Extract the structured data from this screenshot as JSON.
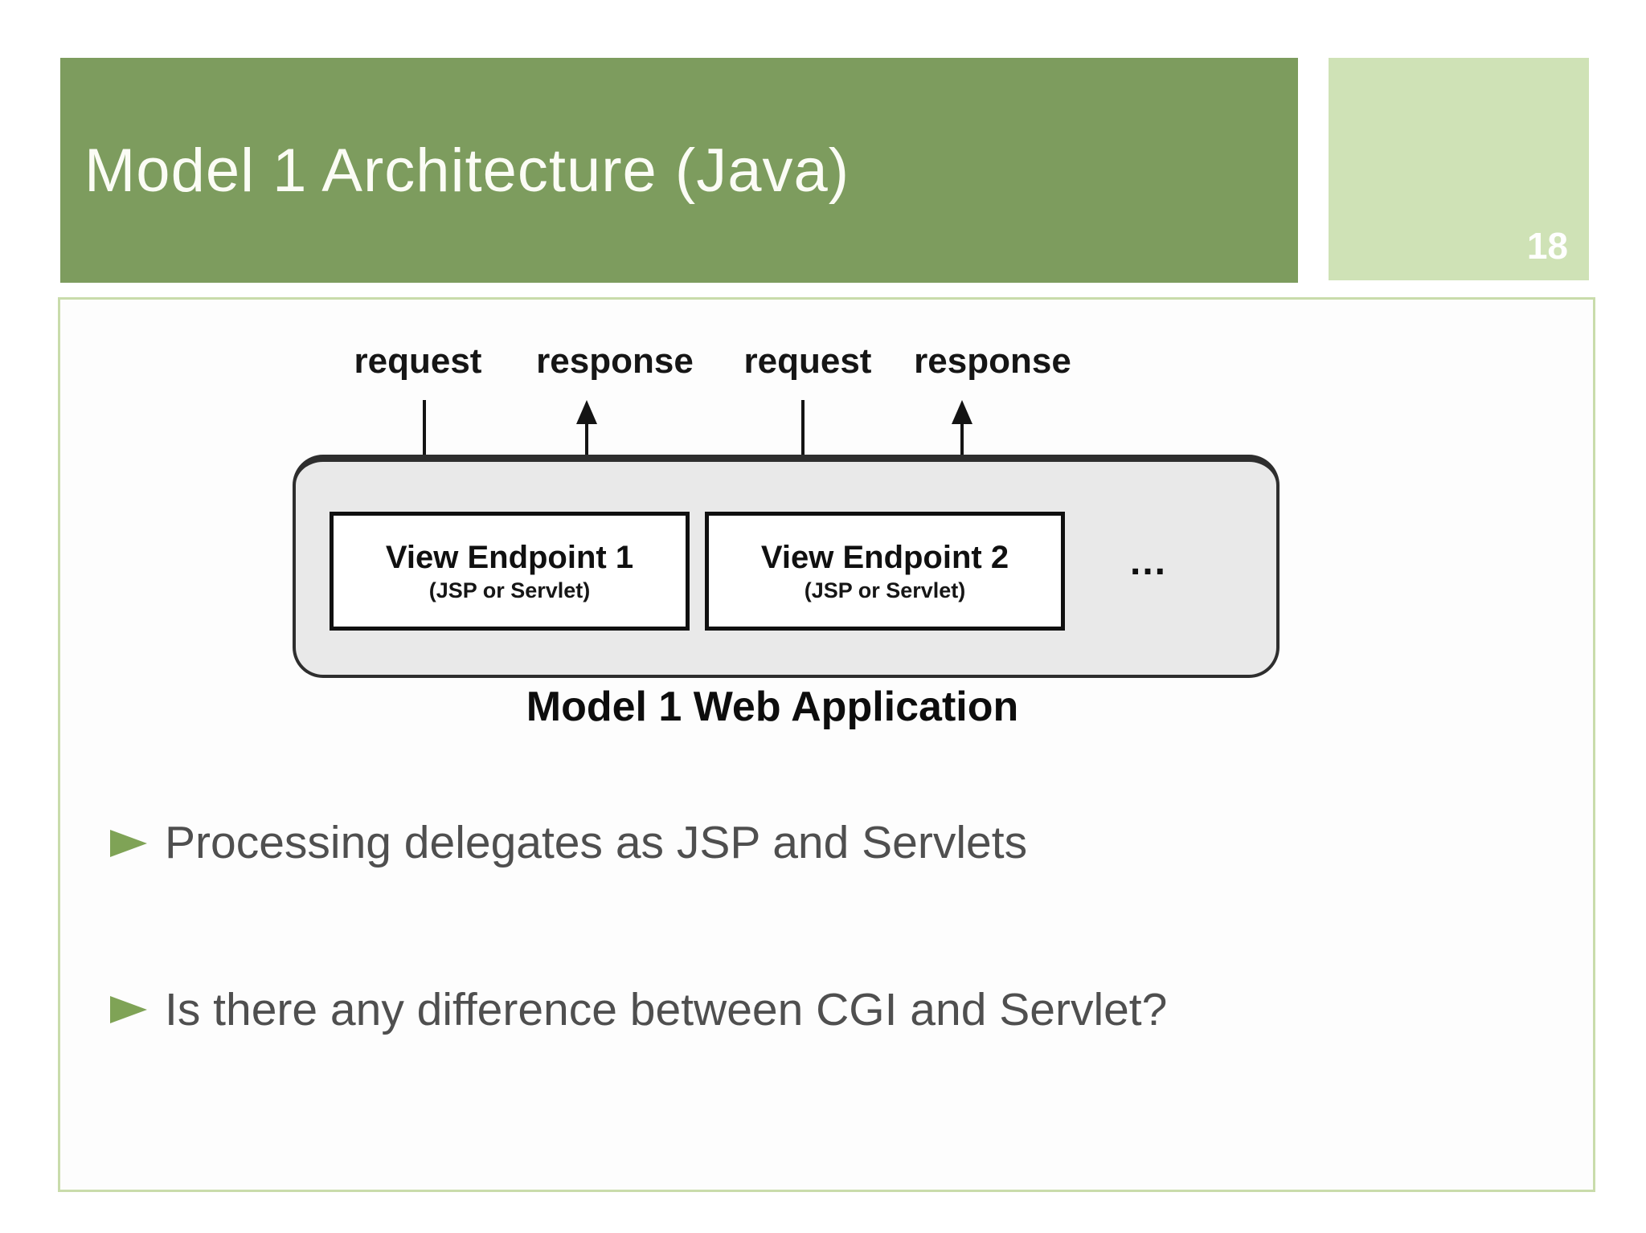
{
  "slide": {
    "title": "Model 1 Architecture (Java)",
    "page_number": "18"
  },
  "colors": {
    "header_green": "#7d9c5e",
    "page_box_green": "#cfe2b6",
    "panel_border_green": "#c9dcab",
    "bullet_triangle_green": "#7fa356",
    "body_text_gray": "#4f4f4f",
    "diagram_container_gray": "#e9e9e9",
    "diagram_line_black": "#141414"
  },
  "diagram": {
    "flow_labels": [
      "request",
      "response",
      "request",
      "response"
    ],
    "endpoints": [
      {
        "title": "View Endpoint 1",
        "subtitle": "(JSP or Servlet)"
      },
      {
        "title": "View Endpoint 2",
        "subtitle": "(JSP or Servlet)"
      }
    ],
    "ellipsis": "...",
    "caption": "Model 1 Web Application"
  },
  "bullets": [
    "Processing delegates as JSP and Servlets",
    "Is there any difference between CGI and Servlet?"
  ]
}
